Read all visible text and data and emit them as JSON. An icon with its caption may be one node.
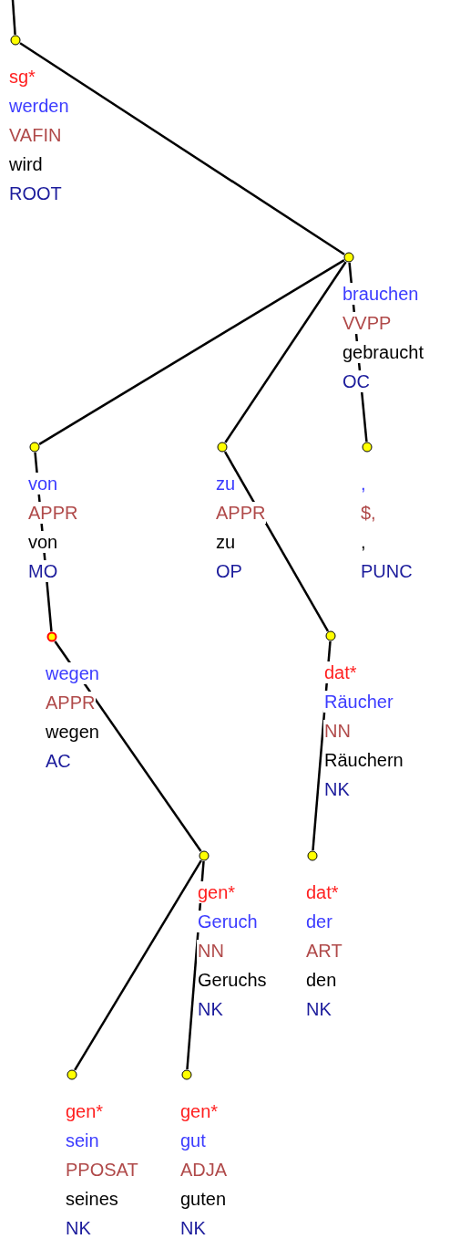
{
  "diagram": {
    "nodes": [
      {
        "text": [],
        "shape": "circle",
        "beside": [
          "sg*",
          "werden",
          "VAFIN",
          "wird",
          "ROOT"
        ]
      },
      {
        "text": [],
        "shape": "circle",
        "beside": [
          "brauchen",
          "VVPP",
          "gebraucht",
          "OC"
        ]
      },
      {
        "text": [],
        "shape": "circle",
        "beside": [
          "von",
          "APPR",
          "von",
          "MO"
        ]
      },
      {
        "text": [],
        "shape": "circle",
        "beside": [
          "zu",
          "APPR",
          "zu",
          "OP"
        ]
      },
      {
        "text": [],
        "shape": "circle",
        "beside": [
          ",",
          "$,",
          ",",
          "PUNC"
        ]
      },
      {
        "text": [],
        "shape": "circle",
        "beside": [
          "wegen",
          "APPR",
          "wegen",
          "AC"
        ]
      },
      {
        "text": [],
        "shape": "circle",
        "beside": [
          "dat*",
          "Räucher",
          "NN",
          "Räuchern",
          "NK"
        ]
      },
      {
        "text": [],
        "shape": "circle",
        "beside": [
          "gen*",
          "Geruch",
          "NN",
          "Geruchs",
          "NK"
        ]
      },
      {
        "text": [],
        "shape": "circle",
        "beside": [
          "dat*",
          "der",
          "ART",
          "den",
          "NK"
        ]
      },
      {
        "text": [],
        "shape": "circle",
        "beside": [
          "gen*",
          "sein",
          "PPOSAT",
          "seines",
          "NK"
        ]
      },
      {
        "text": [],
        "shape": "circle",
        "beside": [
          "gen*",
          "gut",
          "ADJA",
          "guten",
          "NK"
        ]
      }
    ],
    "edges": [
      {
        "from": null,
        "to": 0,
        "arrow": "none"
      },
      {
        "from": 0,
        "to": 1,
        "arrow": "none"
      },
      {
        "from": 1,
        "to": 2,
        "arrow": "none"
      },
      {
        "from": 1,
        "to": 3,
        "arrow": "none"
      },
      {
        "from": 1,
        "to": 4,
        "arrow": "none"
      },
      {
        "from": 2,
        "to": 5,
        "arrow": "none"
      },
      {
        "from": 3,
        "to": 6,
        "arrow": "none"
      },
      {
        "from": 5,
        "to": 7,
        "arrow": "none"
      },
      {
        "from": 6,
        "to": 8,
        "arrow": "none"
      },
      {
        "from": 7,
        "to": 9,
        "arrow": "none"
      },
      {
        "from": 7,
        "to": 10,
        "arrow": "none"
      }
    ]
  }
}
